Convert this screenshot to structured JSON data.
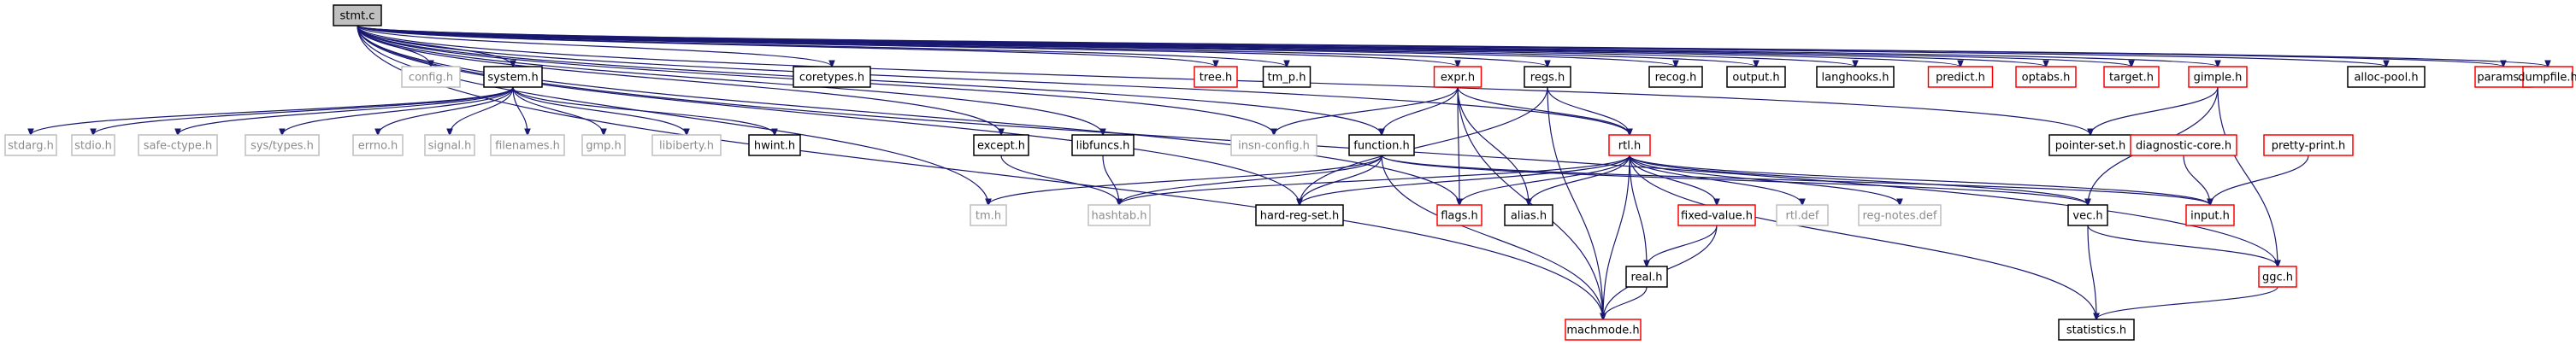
{
  "graph": {
    "title": "stmt.c",
    "nodes": [
      {
        "id": "stmt",
        "label": "stmt.c",
        "style": "root"
      },
      {
        "id": "config",
        "label": "config.h",
        "style": "grey"
      },
      {
        "id": "system",
        "label": "system.h",
        "style": "black"
      },
      {
        "id": "coretypes",
        "label": "coretypes.h",
        "style": "black"
      },
      {
        "id": "tree",
        "label": "tree.h",
        "style": "red"
      },
      {
        "id": "tm_p",
        "label": "tm_p.h",
        "style": "black"
      },
      {
        "id": "expr",
        "label": "expr.h",
        "style": "red"
      },
      {
        "id": "regs",
        "label": "regs.h",
        "style": "black"
      },
      {
        "id": "recog",
        "label": "recog.h",
        "style": "black"
      },
      {
        "id": "output",
        "label": "output.h",
        "style": "black"
      },
      {
        "id": "langhooks",
        "label": "langhooks.h",
        "style": "black"
      },
      {
        "id": "predict",
        "label": "predict.h",
        "style": "red"
      },
      {
        "id": "optabs",
        "label": "optabs.h",
        "style": "red"
      },
      {
        "id": "target",
        "label": "target.h",
        "style": "red"
      },
      {
        "id": "gimple",
        "label": "gimple.h",
        "style": "red"
      },
      {
        "id": "allocpool",
        "label": "alloc-pool.h",
        "style": "black"
      },
      {
        "id": "params",
        "label": "params.h",
        "style": "red"
      },
      {
        "id": "dumpfile",
        "label": "dumpfile.h",
        "style": "red"
      },
      {
        "id": "stdarg",
        "label": "stdarg.h",
        "style": "grey"
      },
      {
        "id": "stdio",
        "label": "stdio.h",
        "style": "grey"
      },
      {
        "id": "safectype",
        "label": "safe-ctype.h",
        "style": "grey"
      },
      {
        "id": "systypes",
        "label": "sys/types.h",
        "style": "grey"
      },
      {
        "id": "errno",
        "label": "errno.h",
        "style": "grey"
      },
      {
        "id": "signal",
        "label": "signal.h",
        "style": "grey"
      },
      {
        "id": "filenames",
        "label": "filenames.h",
        "style": "grey"
      },
      {
        "id": "gmp",
        "label": "gmp.h",
        "style": "grey"
      },
      {
        "id": "libiberty",
        "label": "libiberty.h",
        "style": "grey"
      },
      {
        "id": "hwint",
        "label": "hwint.h",
        "style": "black"
      },
      {
        "id": "except",
        "label": "except.h",
        "style": "black"
      },
      {
        "id": "libfuncs",
        "label": "libfuncs.h",
        "style": "black"
      },
      {
        "id": "insnconfig",
        "label": "insn-config.h",
        "style": "grey"
      },
      {
        "id": "function",
        "label": "function.h",
        "style": "black"
      },
      {
        "id": "rtl",
        "label": "rtl.h",
        "style": "red"
      },
      {
        "id": "pointerset",
        "label": "pointer-set.h",
        "style": "black"
      },
      {
        "id": "diagcore",
        "label": "diagnostic-core.h",
        "style": "red"
      },
      {
        "id": "prettyprint",
        "label": "pretty-print.h",
        "style": "red"
      },
      {
        "id": "tm",
        "label": "tm.h",
        "style": "grey"
      },
      {
        "id": "hashtab",
        "label": "hashtab.h",
        "style": "grey"
      },
      {
        "id": "hardregset",
        "label": "hard-reg-set.h",
        "style": "black"
      },
      {
        "id": "flags",
        "label": "flags.h",
        "style": "red"
      },
      {
        "id": "alias",
        "label": "alias.h",
        "style": "black"
      },
      {
        "id": "fixedvalue",
        "label": "fixed-value.h",
        "style": "red"
      },
      {
        "id": "rtldef",
        "label": "rtl.def",
        "style": "grey"
      },
      {
        "id": "regnotes",
        "label": "reg-notes.def",
        "style": "grey"
      },
      {
        "id": "vec",
        "label": "vec.h",
        "style": "black"
      },
      {
        "id": "input",
        "label": "input.h",
        "style": "red"
      },
      {
        "id": "real",
        "label": "real.h",
        "style": "black"
      },
      {
        "id": "ggc",
        "label": "ggc.h",
        "style": "red"
      },
      {
        "id": "machmode",
        "label": "machmode.h",
        "style": "red"
      },
      {
        "id": "statistics",
        "label": "statistics.h",
        "style": "black"
      }
    ],
    "edges": [
      [
        "stmt",
        "config"
      ],
      [
        "stmt",
        "system"
      ],
      [
        "stmt",
        "coretypes"
      ],
      [
        "stmt",
        "tree"
      ],
      [
        "stmt",
        "tm_p"
      ],
      [
        "stmt",
        "expr"
      ],
      [
        "stmt",
        "regs"
      ],
      [
        "stmt",
        "recog"
      ],
      [
        "stmt",
        "output"
      ],
      [
        "stmt",
        "langhooks"
      ],
      [
        "stmt",
        "predict"
      ],
      [
        "stmt",
        "optabs"
      ],
      [
        "stmt",
        "target"
      ],
      [
        "stmt",
        "gimple"
      ],
      [
        "stmt",
        "allocpool"
      ],
      [
        "stmt",
        "params"
      ],
      [
        "stmt",
        "dumpfile"
      ],
      [
        "stmt",
        "except"
      ],
      [
        "stmt",
        "libfuncs"
      ],
      [
        "stmt",
        "insnconfig"
      ],
      [
        "stmt",
        "function"
      ],
      [
        "stmt",
        "rtl"
      ],
      [
        "stmt",
        "tm"
      ],
      [
        "stmt",
        "hardregset"
      ],
      [
        "stmt",
        "flags"
      ],
      [
        "stmt",
        "machmode"
      ],
      [
        "stmt",
        "pointerset"
      ],
      [
        "stmt",
        "ggc"
      ],
      [
        "system",
        "stdarg"
      ],
      [
        "system",
        "stdio"
      ],
      [
        "system",
        "safectype"
      ],
      [
        "system",
        "systypes"
      ],
      [
        "system",
        "errno"
      ],
      [
        "system",
        "signal"
      ],
      [
        "system",
        "filenames"
      ],
      [
        "system",
        "gmp"
      ],
      [
        "system",
        "libiberty"
      ],
      [
        "system",
        "hwint"
      ],
      [
        "except",
        "hashtab"
      ],
      [
        "libfuncs",
        "hashtab"
      ],
      [
        "expr",
        "insnconfig"
      ],
      [
        "expr",
        "function"
      ],
      [
        "expr",
        "rtl"
      ],
      [
        "expr",
        "flags"
      ],
      [
        "expr",
        "alias"
      ],
      [
        "expr",
        "machmode"
      ],
      [
        "regs",
        "rtl"
      ],
      [
        "regs",
        "hardregset"
      ],
      [
        "regs",
        "machmode"
      ],
      [
        "function",
        "tm"
      ],
      [
        "function",
        "hashtab"
      ],
      [
        "function",
        "hardregset"
      ],
      [
        "function",
        "vec"
      ],
      [
        "function",
        "input"
      ],
      [
        "function",
        "machmode"
      ],
      [
        "rtl",
        "flags"
      ],
      [
        "rtl",
        "alias"
      ],
      [
        "rtl",
        "hashtab"
      ],
      [
        "rtl",
        "real"
      ],
      [
        "rtl",
        "fixedvalue"
      ],
      [
        "rtl",
        "rtldef"
      ],
      [
        "rtl",
        "regnotes"
      ],
      [
        "rtl",
        "vec"
      ],
      [
        "rtl",
        "input"
      ],
      [
        "rtl",
        "statistics"
      ],
      [
        "rtl",
        "machmode"
      ],
      [
        "rtl",
        "hardregset"
      ],
      [
        "gimple",
        "pointerset"
      ],
      [
        "gimple",
        "vec"
      ],
      [
        "gimple",
        "ggc"
      ],
      [
        "diagcore",
        "input"
      ],
      [
        "prettyprint",
        "input"
      ],
      [
        "fixedvalue",
        "real"
      ],
      [
        "fixedvalue",
        "machmode"
      ],
      [
        "real",
        "machmode"
      ],
      [
        "vec",
        "ggc"
      ],
      [
        "vec",
        "statistics"
      ],
      [
        "ggc",
        "statistics"
      ]
    ]
  }
}
